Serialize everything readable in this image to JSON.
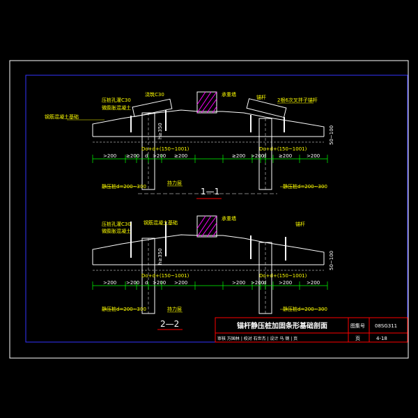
{
  "drawing": {
    "colors": {
      "background": "#000000",
      "outer_frame": "#ffffff",
      "inner_frame": "#3333ff",
      "concrete": "#ffffff",
      "dimension": "#00ff00",
      "label": "#ffff00",
      "hatch": "#ff00ff",
      "red": "#ff0000",
      "cyan": "#00ffff"
    },
    "section_1": {
      "title": "1—1",
      "labels": {
        "hole_concrete": "压桩孔灌C30",
        "expansive_concrete": "微膨胀混凝土",
        "wall": "承重墙",
        "pour_c30": "浇筑C30",
        "anchor": "锚杆",
        "reinforced_concrete": "钢筋混凝土基础",
        "anchor_steel": "2根6次叉拌子锚杆",
        "embed": "Do+d+(150~1001)",
        "pile_section": "静压桩d=200~300",
        "bearing_layer": "持力层",
        "h_mark": "h≥350",
        "dim_100": "50~100"
      },
      "dims_left": [
        ">200",
        "≥200",
        "d",
        ">200",
        "≥200"
      ],
      "dims_right": [
        "≥200",
        ">200",
        "d",
        "≥200",
        ">200"
      ]
    },
    "section_2": {
      "title": "2—2",
      "labels": {
        "hole_concrete": "压桩孔灌C30",
        "expansive_concrete": "微膨胀混凝土",
        "wall": "承重墙",
        "anchor": "锚杆",
        "reinforced_concrete": "钢筋混凝土基础",
        "embed": "Do+d+(150~1001)",
        "pile_section": "静压桩d=200~300",
        "bearing_layer": "持力层",
        "h_mark": "h≥350",
        "dim_100": "50~100"
      },
      "dims_left": [
        ">200",
        ">200",
        "d",
        ">200",
        ">200"
      ],
      "dims_right": [
        ">200",
        ">200",
        "d",
        ">200",
        ">200"
      ]
    },
    "title_block": {
      "title": "锚杆静压桩加固条形基础剖面",
      "atlas_label": "图集号",
      "atlas_no": "08SG311",
      "row2": "审核 万国林 | 校对 石世杰 | 设计 马 钢 | 页",
      "page_label": "页",
      "page_no": "4-18"
    }
  }
}
